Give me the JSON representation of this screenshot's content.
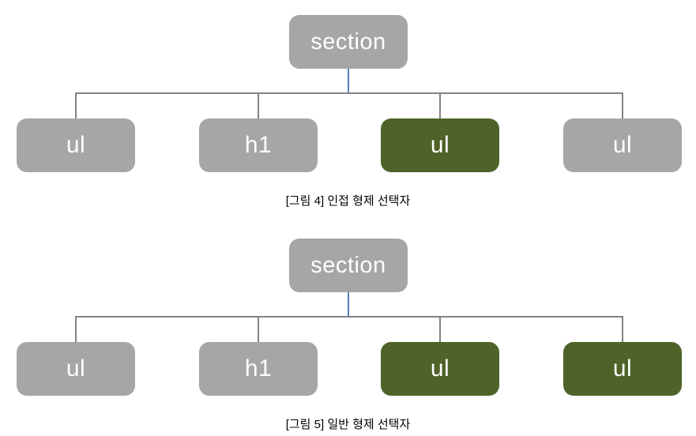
{
  "colors": {
    "background": "#ffffff",
    "node_gray": "#a6a6a6",
    "node_green": "#4e6328",
    "connector_gray": "#838383",
    "connector_blue": "#4e80bc",
    "node_text": "#ffffff",
    "caption_text": "#000000"
  },
  "figures": [
    {
      "root": {
        "label": "section",
        "highlighted": false
      },
      "children": [
        {
          "label": "ul",
          "highlighted": false
        },
        {
          "label": "h1",
          "highlighted": false
        },
        {
          "label": "ul",
          "highlighted": true
        },
        {
          "label": "ul",
          "highlighted": false
        }
      ],
      "caption": "[그림 4] 인접 형제 선택자"
    },
    {
      "root": {
        "label": "section",
        "highlighted": false
      },
      "children": [
        {
          "label": "ul",
          "highlighted": false
        },
        {
          "label": "h1",
          "highlighted": false
        },
        {
          "label": "ul",
          "highlighted": true
        },
        {
          "label": "ul",
          "highlighted": true
        }
      ],
      "caption": "[그림 5] 일반 형제 선택자"
    }
  ]
}
